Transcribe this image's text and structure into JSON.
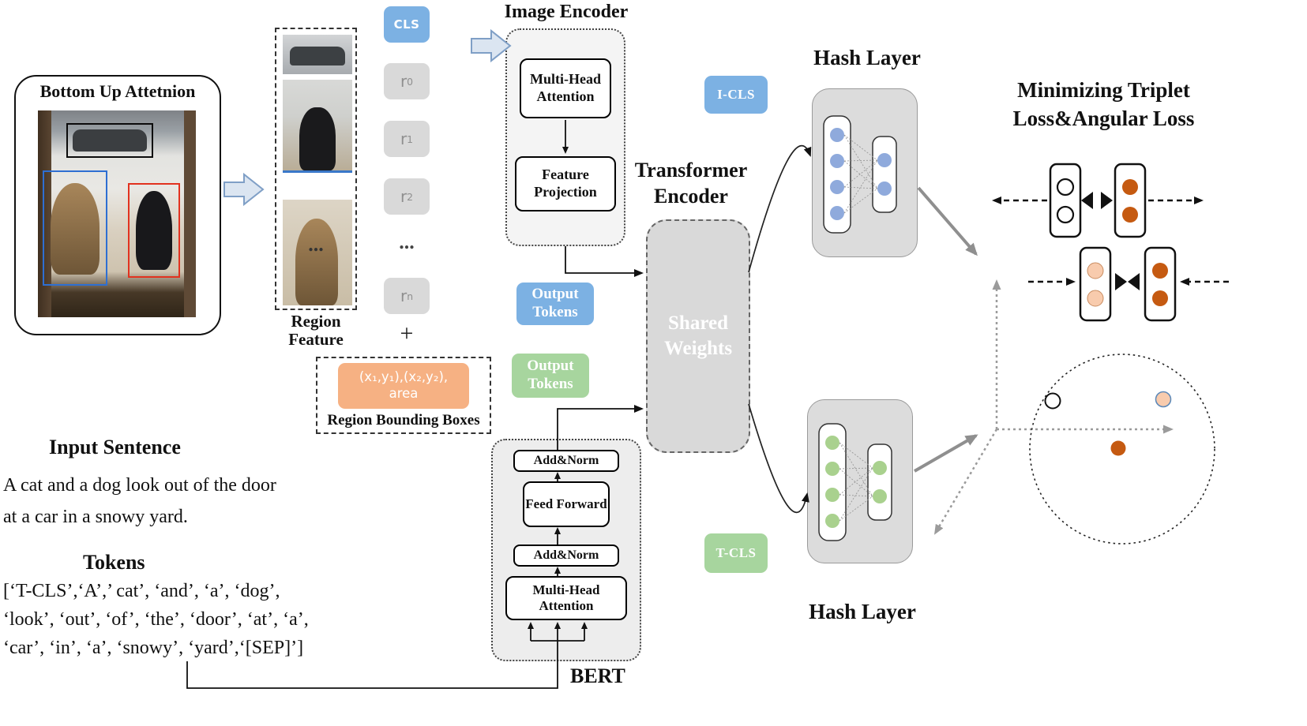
{
  "bottom_up": {
    "title": "Bottom Up Attetnion"
  },
  "region_feature": {
    "label": "Region Feature",
    "ellipsis": "..."
  },
  "token_column": {
    "cls": "CLS",
    "tokens": [
      {
        "base": "r",
        "sub": "0"
      },
      {
        "base": "r",
        "sub": "1"
      },
      {
        "base": "r",
        "sub": "2"
      },
      {
        "base": "r",
        "sub": "n"
      }
    ],
    "ellipsis": "...",
    "plus": "+"
  },
  "region_bboxes": {
    "coords": "(x₁,y₁),(x₂,y₂),",
    "area": "area",
    "label": "Region Bounding Boxes"
  },
  "image_encoder": {
    "title": "Image Encoder",
    "multi_head": "Multi-Head Attention",
    "feature_projection": "Feature Projection"
  },
  "transformer": {
    "title": "Transformer Encoder",
    "shared_weights": "Shared Weights"
  },
  "output_tokens_image": {
    "label": "Output Tokens"
  },
  "output_tokens_text": {
    "label": "Output Tokens"
  },
  "i_cls": "I-CLS",
  "t_cls": "T-CLS",
  "hash_layer_top": {
    "title": "Hash Layer"
  },
  "hash_layer_bottom": {
    "title": "Hash Layer"
  },
  "loss": {
    "title": "Minimizing Triplet Loss&Angular Loss"
  },
  "input_sentence": {
    "title": "Input Sentence",
    "line1": "A cat and a dog look out of the door",
    "line2": "at a car in a snowy yard."
  },
  "tokens_block": {
    "title": "Tokens",
    "line1": "[‘T-CLS’,‘A’,’ cat’, ‘and’, ‘a’, ‘dog’,",
    "line2": "‘look’, ‘out’, ‘of’, ‘the’, ‘door’, ‘at’, ‘a’,",
    "line3": "‘car’, ‘in’, ‘a’, ‘snowy’, ‘yard’,‘[SEP]’]"
  },
  "bert": {
    "title": "BERT",
    "add_norm_top": "Add&Norm",
    "feed_forward": "Feed Forward",
    "add_norm_bottom": "Add&Norm",
    "multi_head": "Multi-Head Attention"
  },
  "colors": {
    "blue_token": "#7cb1e3",
    "green_token": "#a7d59e",
    "gray_token": "#d9d9d9",
    "orange_box": "#f6b183",
    "node_blue": "#8faadc",
    "node_green": "#a9d18e",
    "dot_dark_orange": "#c55a11",
    "dot_light_orange": "#f8cbad",
    "gray_arrow": "#8f8f8f"
  }
}
